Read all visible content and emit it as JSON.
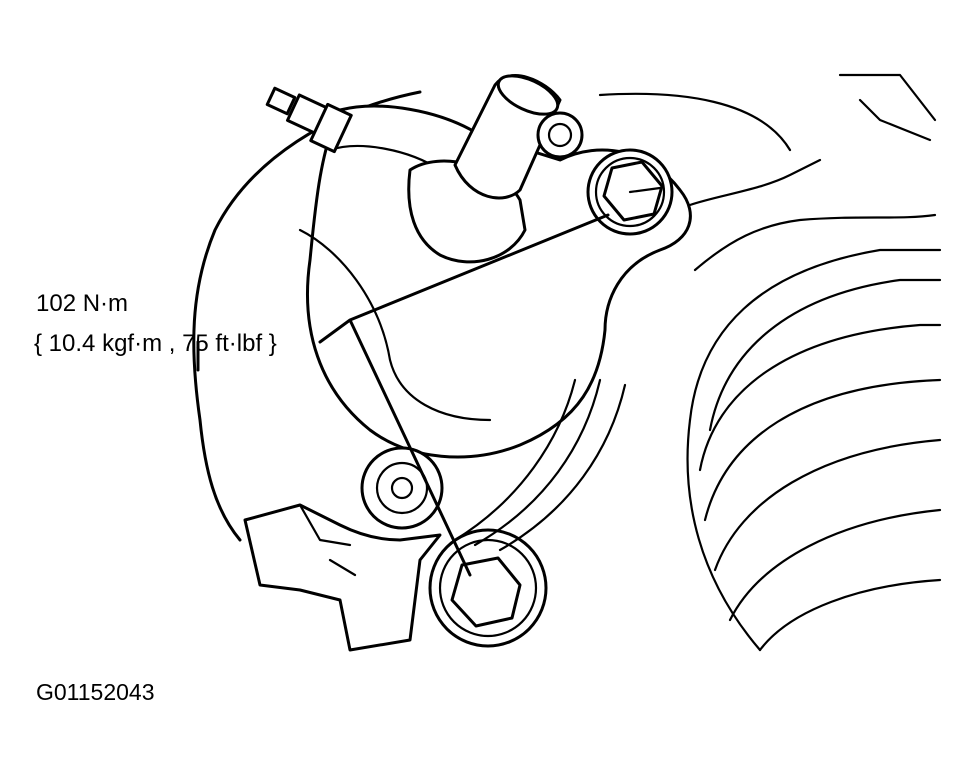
{
  "labels": {
    "torque_nm": "102 N·m",
    "torque_alt": "{ 10.4 kgf·m , 75 ft·lbf }",
    "figure_code": "G01152043"
  }
}
